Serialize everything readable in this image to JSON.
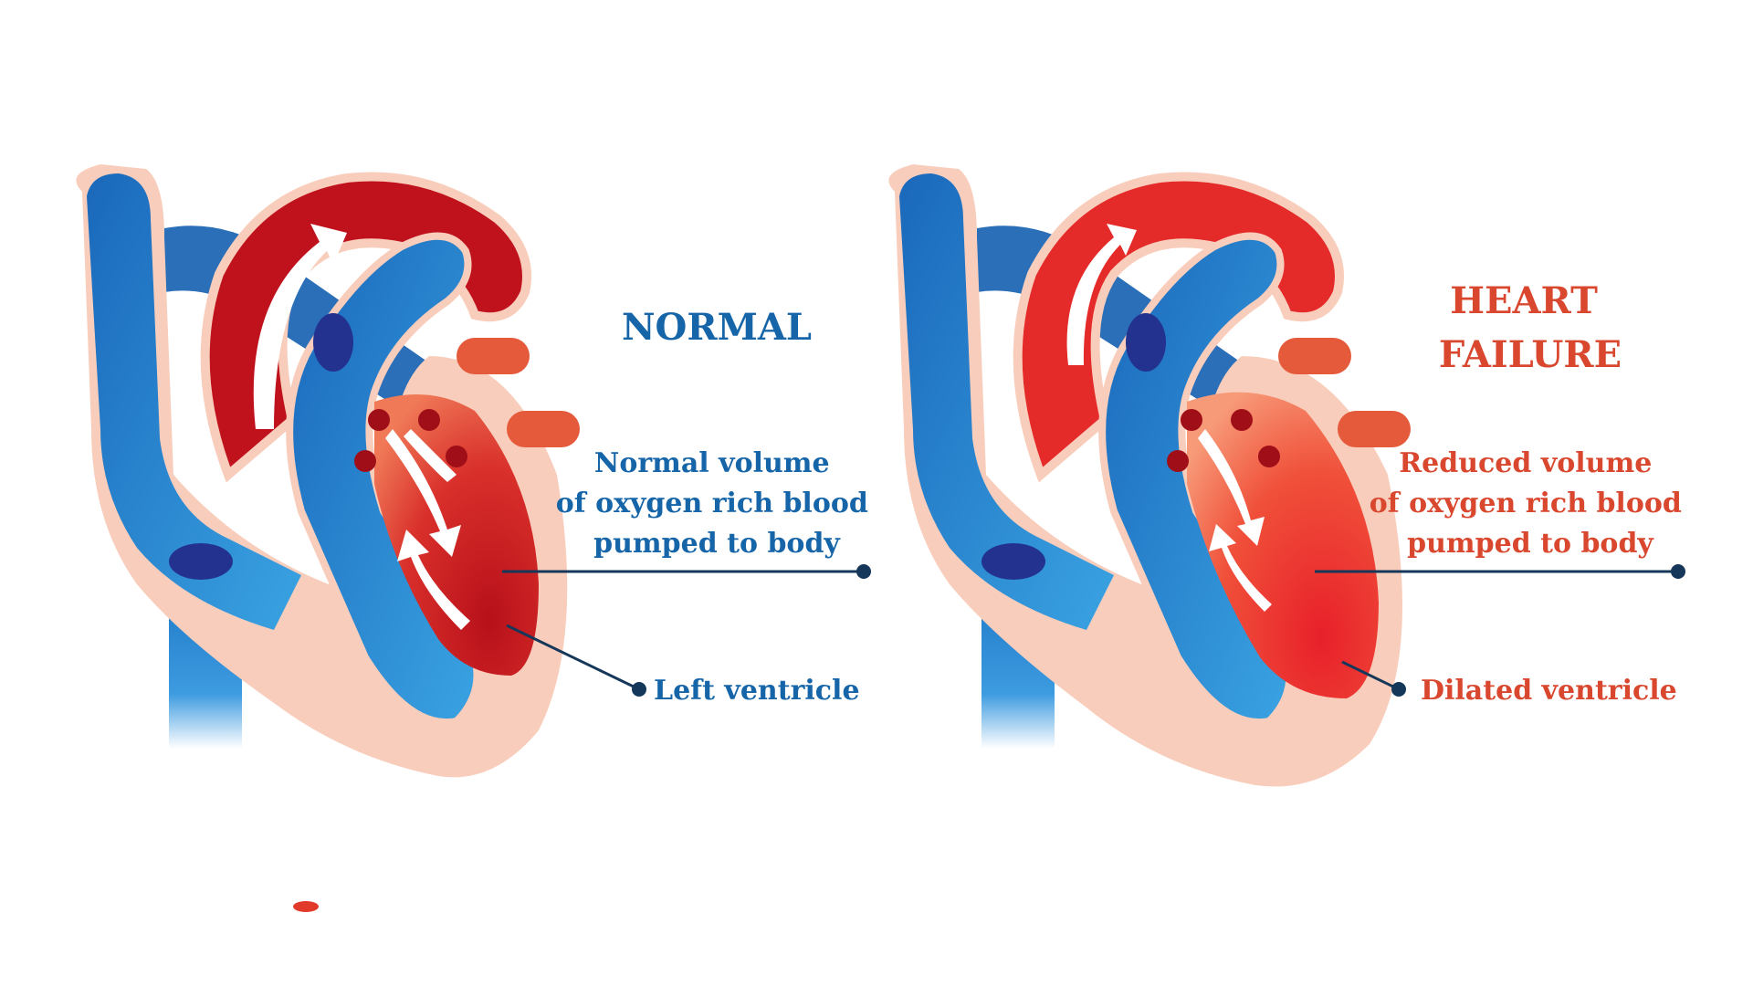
{
  "panels": {
    "normal": {
      "title_lines": [
        "NORMAL"
      ],
      "volume_lines": [
        "Normal volume",
        "of oxygen rich blood",
        "pumped to body"
      ],
      "ventricle_label": "Left ventricle"
    },
    "failure": {
      "title_lines": [
        "HEART",
        "FAILURE"
      ],
      "volume_lines": [
        "Reduced volume",
        "of oxygen rich blood",
        "pumped to body"
      ],
      "ventricle_label": "Dilated ventricle"
    }
  },
  "colors": {
    "normal_text": "#1565a8",
    "failure_text": "#d9472e",
    "leader_line": "#15375a",
    "vein_blue": "#1a72c2",
    "vein_blue_light": "#43a6e2",
    "outline_pink": "#f9cdbb",
    "artery_red_normal": "#c0121c",
    "artery_red_failure": "#e52a2a",
    "ventricle_red": "#e23a2a",
    "valve_dark_blue": "#23328f"
  },
  "icons": [
    "heart-cross-section-illustration",
    "blood-flow-arrow-icon"
  ]
}
